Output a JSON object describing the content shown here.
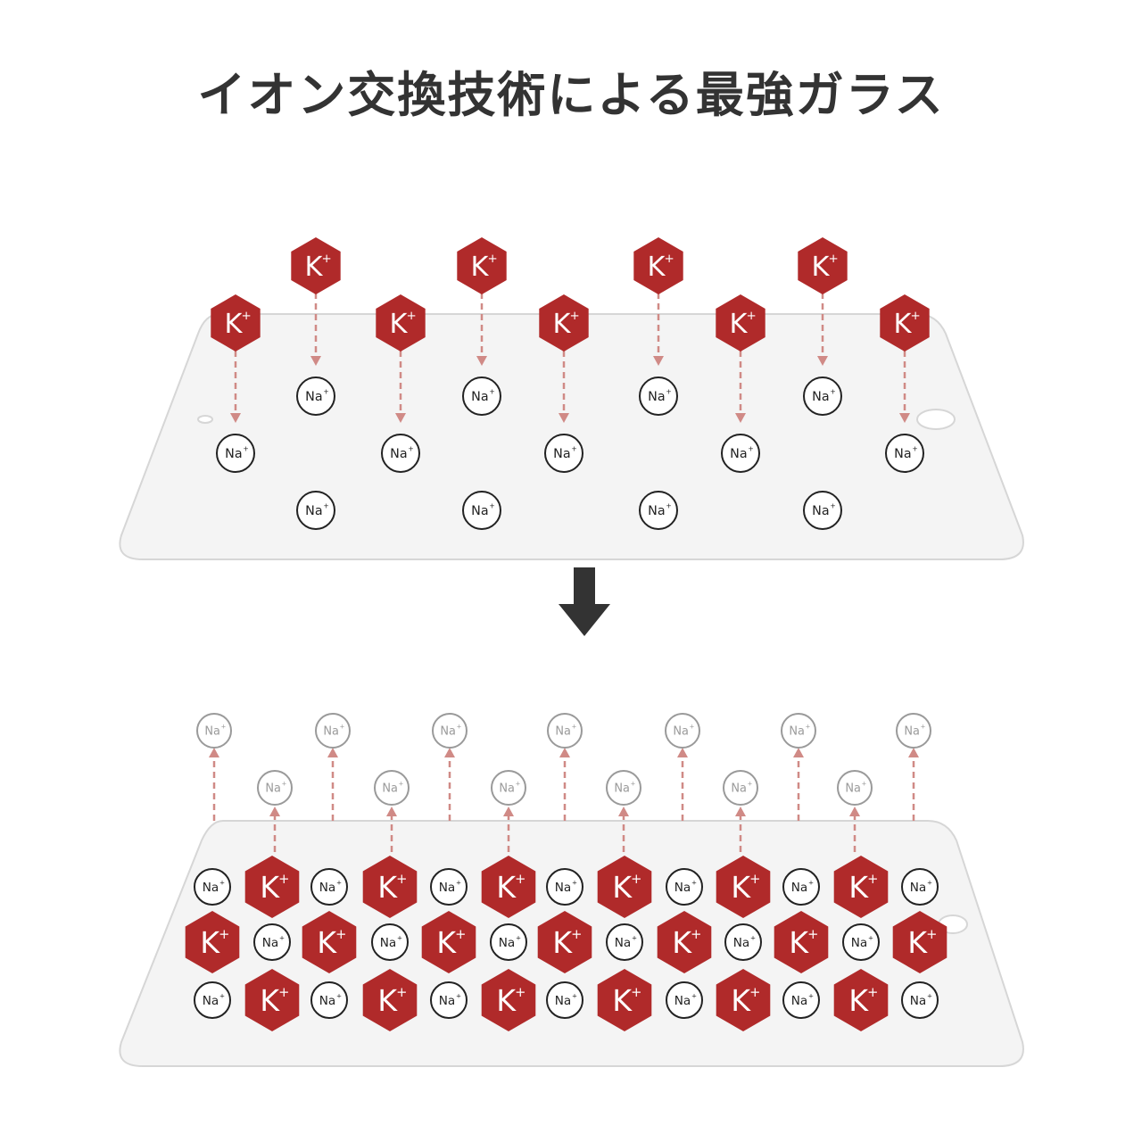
{
  "title": "イオン交換技術による最強ガラス",
  "ion_labels": {
    "potassium": "K",
    "sodium": "Na",
    "charge": "+"
  },
  "colors": {
    "potassium_fill": "#b02a2a",
    "sodium_stroke": "#222222",
    "sodium_faded": "#9a9a9a",
    "arrow": "#d08a86",
    "glass_fill": "#f4f4f4",
    "glass_stroke": "#d6d6d6",
    "big_arrow": "#333333",
    "title": "#333333"
  },
  "icons": {
    "process_arrow": "down-arrow-icon"
  }
}
